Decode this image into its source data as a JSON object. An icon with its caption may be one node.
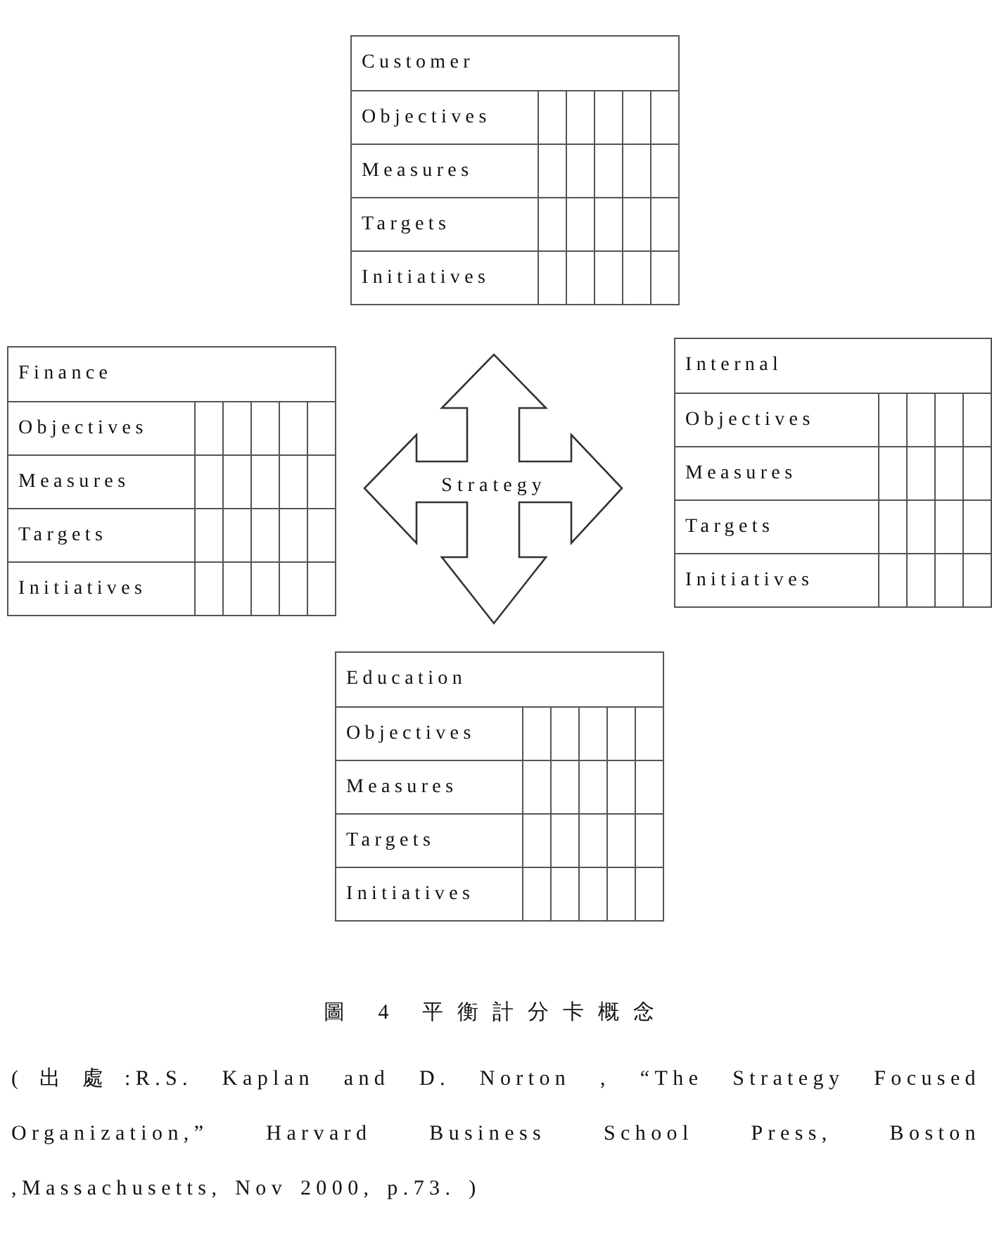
{
  "diagram": {
    "caption": "圖 4 平衡計分卡概念",
    "nodes": [
      {
        "text": [
          "Customer",
          "Objectives",
          "Measures",
          "Targets",
          "Initiatives"
        ]
      },
      {
        "text": [
          "Finance",
          "Objectives",
          "Measures",
          "Targets",
          "Initiatives"
        ]
      },
      {
        "text": [
          "Strategy"
        ]
      },
      {
        "text": [
          "Internal",
          "Objectives",
          "Measures",
          "Targets",
          "Initiatives"
        ]
      },
      {
        "text": [
          "Education",
          "Objectives",
          "Measures",
          "Targets",
          "Initiatives"
        ]
      }
    ],
    "labels": [
      "(出處:R.S. Kaplan and D. Norton , “The Strategy Focused Organization,” Harvard Business School Press, Boston ,Massachusetts, Nov 2000, p.73. )"
    ]
  }
}
